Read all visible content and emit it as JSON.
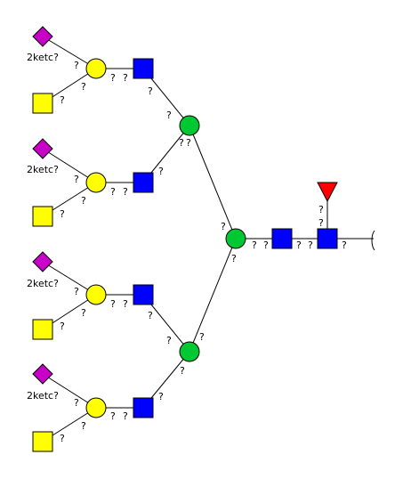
{
  "colors": {
    "background": "#ffffff",
    "line": "#000000",
    "galactose": "#ffff00",
    "glcnac": "#0000ff",
    "mannose": "#00c832",
    "fucose": "#ff0000",
    "sialic": "#c800c8"
  },
  "labels": {
    "unknown": "?",
    "sialic_name": "2ketc?"
  },
  "nodes": [
    {
      "id": "rGn1",
      "shape": "square",
      "fill": "glcnac"
    },
    {
      "id": "rGn2",
      "shape": "square",
      "fill": "glcnac"
    },
    {
      "id": "fuc",
      "shape": "triangle",
      "fill": "fucose"
    },
    {
      "id": "man_core",
      "shape": "circle",
      "fill": "mannose"
    },
    {
      "id": "man_up",
      "shape": "circle",
      "fill": "mannose"
    },
    {
      "id": "man_low",
      "shape": "circle",
      "fill": "mannose"
    },
    {
      "id": "b1_gn",
      "shape": "square",
      "fill": "glcnac"
    },
    {
      "id": "b1_gal",
      "shape": "circle",
      "fill": "galactose"
    },
    {
      "id": "b1_sia",
      "shape": "diamond",
      "fill": "sialic"
    },
    {
      "id": "b1_sq",
      "shape": "square",
      "fill": "galactose"
    },
    {
      "id": "b2_gn",
      "shape": "square",
      "fill": "glcnac"
    },
    {
      "id": "b2_gal",
      "shape": "circle",
      "fill": "galactose"
    },
    {
      "id": "b2_sia",
      "shape": "diamond",
      "fill": "sialic"
    },
    {
      "id": "b2_sq",
      "shape": "square",
      "fill": "galactose"
    },
    {
      "id": "b3_gn",
      "shape": "square",
      "fill": "glcnac"
    },
    {
      "id": "b3_gal",
      "shape": "circle",
      "fill": "galactose"
    },
    {
      "id": "b3_sia",
      "shape": "diamond",
      "fill": "sialic"
    },
    {
      "id": "b3_sq",
      "shape": "square",
      "fill": "galactose"
    },
    {
      "id": "b4_gn",
      "shape": "square",
      "fill": "glcnac"
    },
    {
      "id": "b4_gal",
      "shape": "circle",
      "fill": "galactose"
    },
    {
      "id": "b4_sia",
      "shape": "diamond",
      "fill": "sialic"
    },
    {
      "id": "b4_sq",
      "shape": "square",
      "fill": "galactose"
    }
  ],
  "edges": [
    [
      "rGn1",
      "rGn2"
    ],
    [
      "rGn1",
      "fuc"
    ],
    [
      "rGn2",
      "man_core"
    ],
    [
      "man_core",
      "man_up"
    ],
    [
      "man_core",
      "man_low"
    ],
    [
      "man_up",
      "b1_gn"
    ],
    [
      "man_up",
      "b2_gn"
    ],
    [
      "man_low",
      "b3_gn"
    ],
    [
      "man_low",
      "b4_gn"
    ],
    [
      "b1_gn",
      "b1_gal"
    ],
    [
      "b1_gal",
      "b1_sia"
    ],
    [
      "b1_gal",
      "b1_sq"
    ],
    [
      "b2_gn",
      "b2_gal"
    ],
    [
      "b2_gal",
      "b2_sia"
    ],
    [
      "b2_gal",
      "b2_sq"
    ],
    [
      "b3_gn",
      "b3_gal"
    ],
    [
      "b3_gal",
      "b3_sia"
    ],
    [
      "b3_gal",
      "b3_sq"
    ],
    [
      "b4_gn",
      "b4_gal"
    ],
    [
      "b4_gal",
      "b4_sia"
    ],
    [
      "b4_gal",
      "b4_sq"
    ]
  ]
}
